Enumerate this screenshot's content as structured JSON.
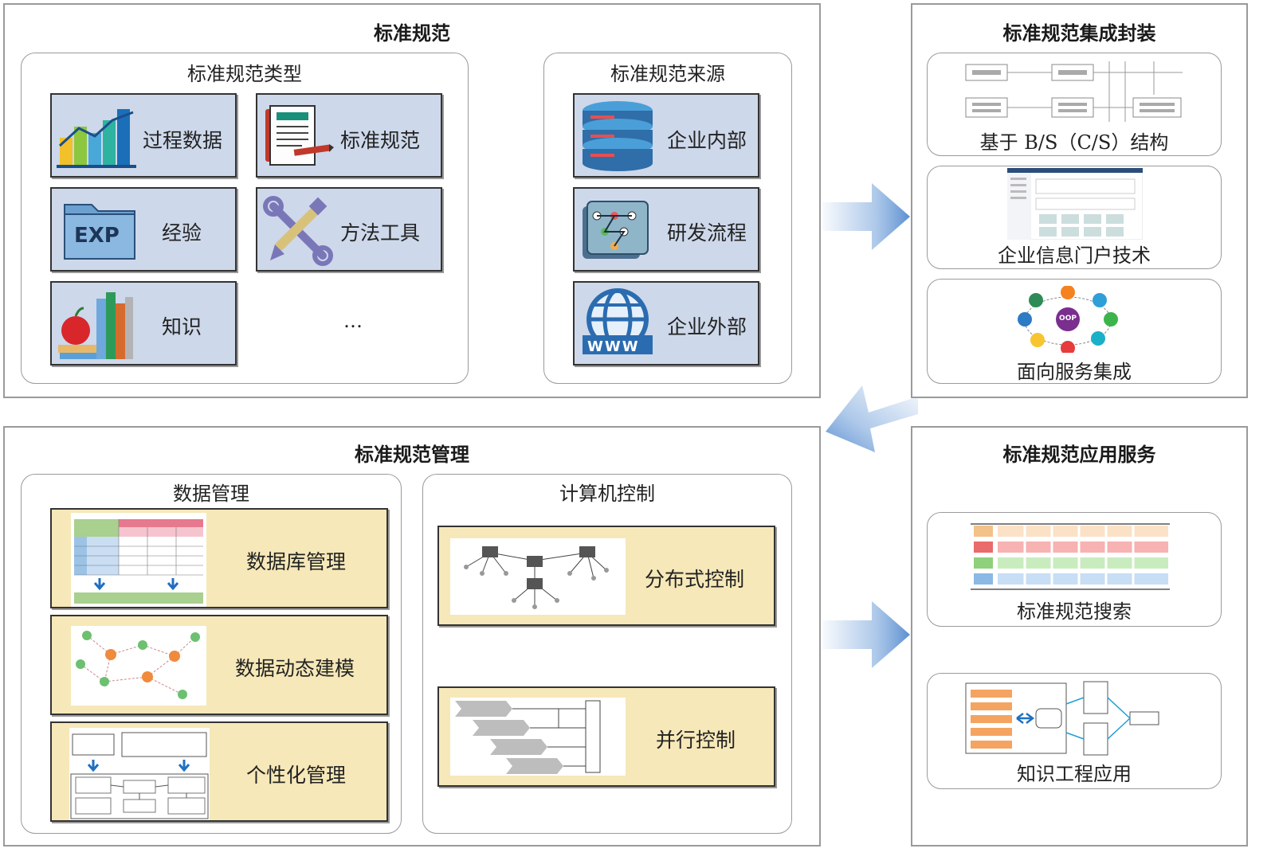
{
  "top_left": {
    "title": "标准规范",
    "types": {
      "title": "标准规范类型",
      "items": [
        "过程数据",
        "标准规范",
        "经验",
        "方法工具",
        "知识"
      ],
      "more": "…",
      "exp_text": "EXP"
    },
    "sources": {
      "title": "标准规范来源",
      "items": [
        "企业内部",
        "研发流程",
        "企业外部"
      ],
      "www_text": "WWW"
    }
  },
  "top_right": {
    "title": "标准规范集成封装",
    "cards": [
      "基于 B/S（C/S）结构",
      "企业信息门户技术",
      "面向服务集成"
    ],
    "soa_center": "OOP"
  },
  "bottom_left": {
    "title": "标准规范管理",
    "data_mgmt": {
      "title": "数据管理",
      "items": [
        "数据库管理",
        "数据动态建模",
        "个性化管理"
      ]
    },
    "computer_ctrl": {
      "title": "计算机控制",
      "items": [
        "分布式控制",
        "并行控制"
      ]
    }
  },
  "bottom_right": {
    "title": "标准规范应用服务",
    "cards": [
      "标准规范搜索",
      "知识工程应用"
    ]
  },
  "colors": {
    "tile_blue": "#cdd8ea",
    "tile_yellow": "#f6e8b8",
    "arrow_blue": "#7aa6dc"
  }
}
